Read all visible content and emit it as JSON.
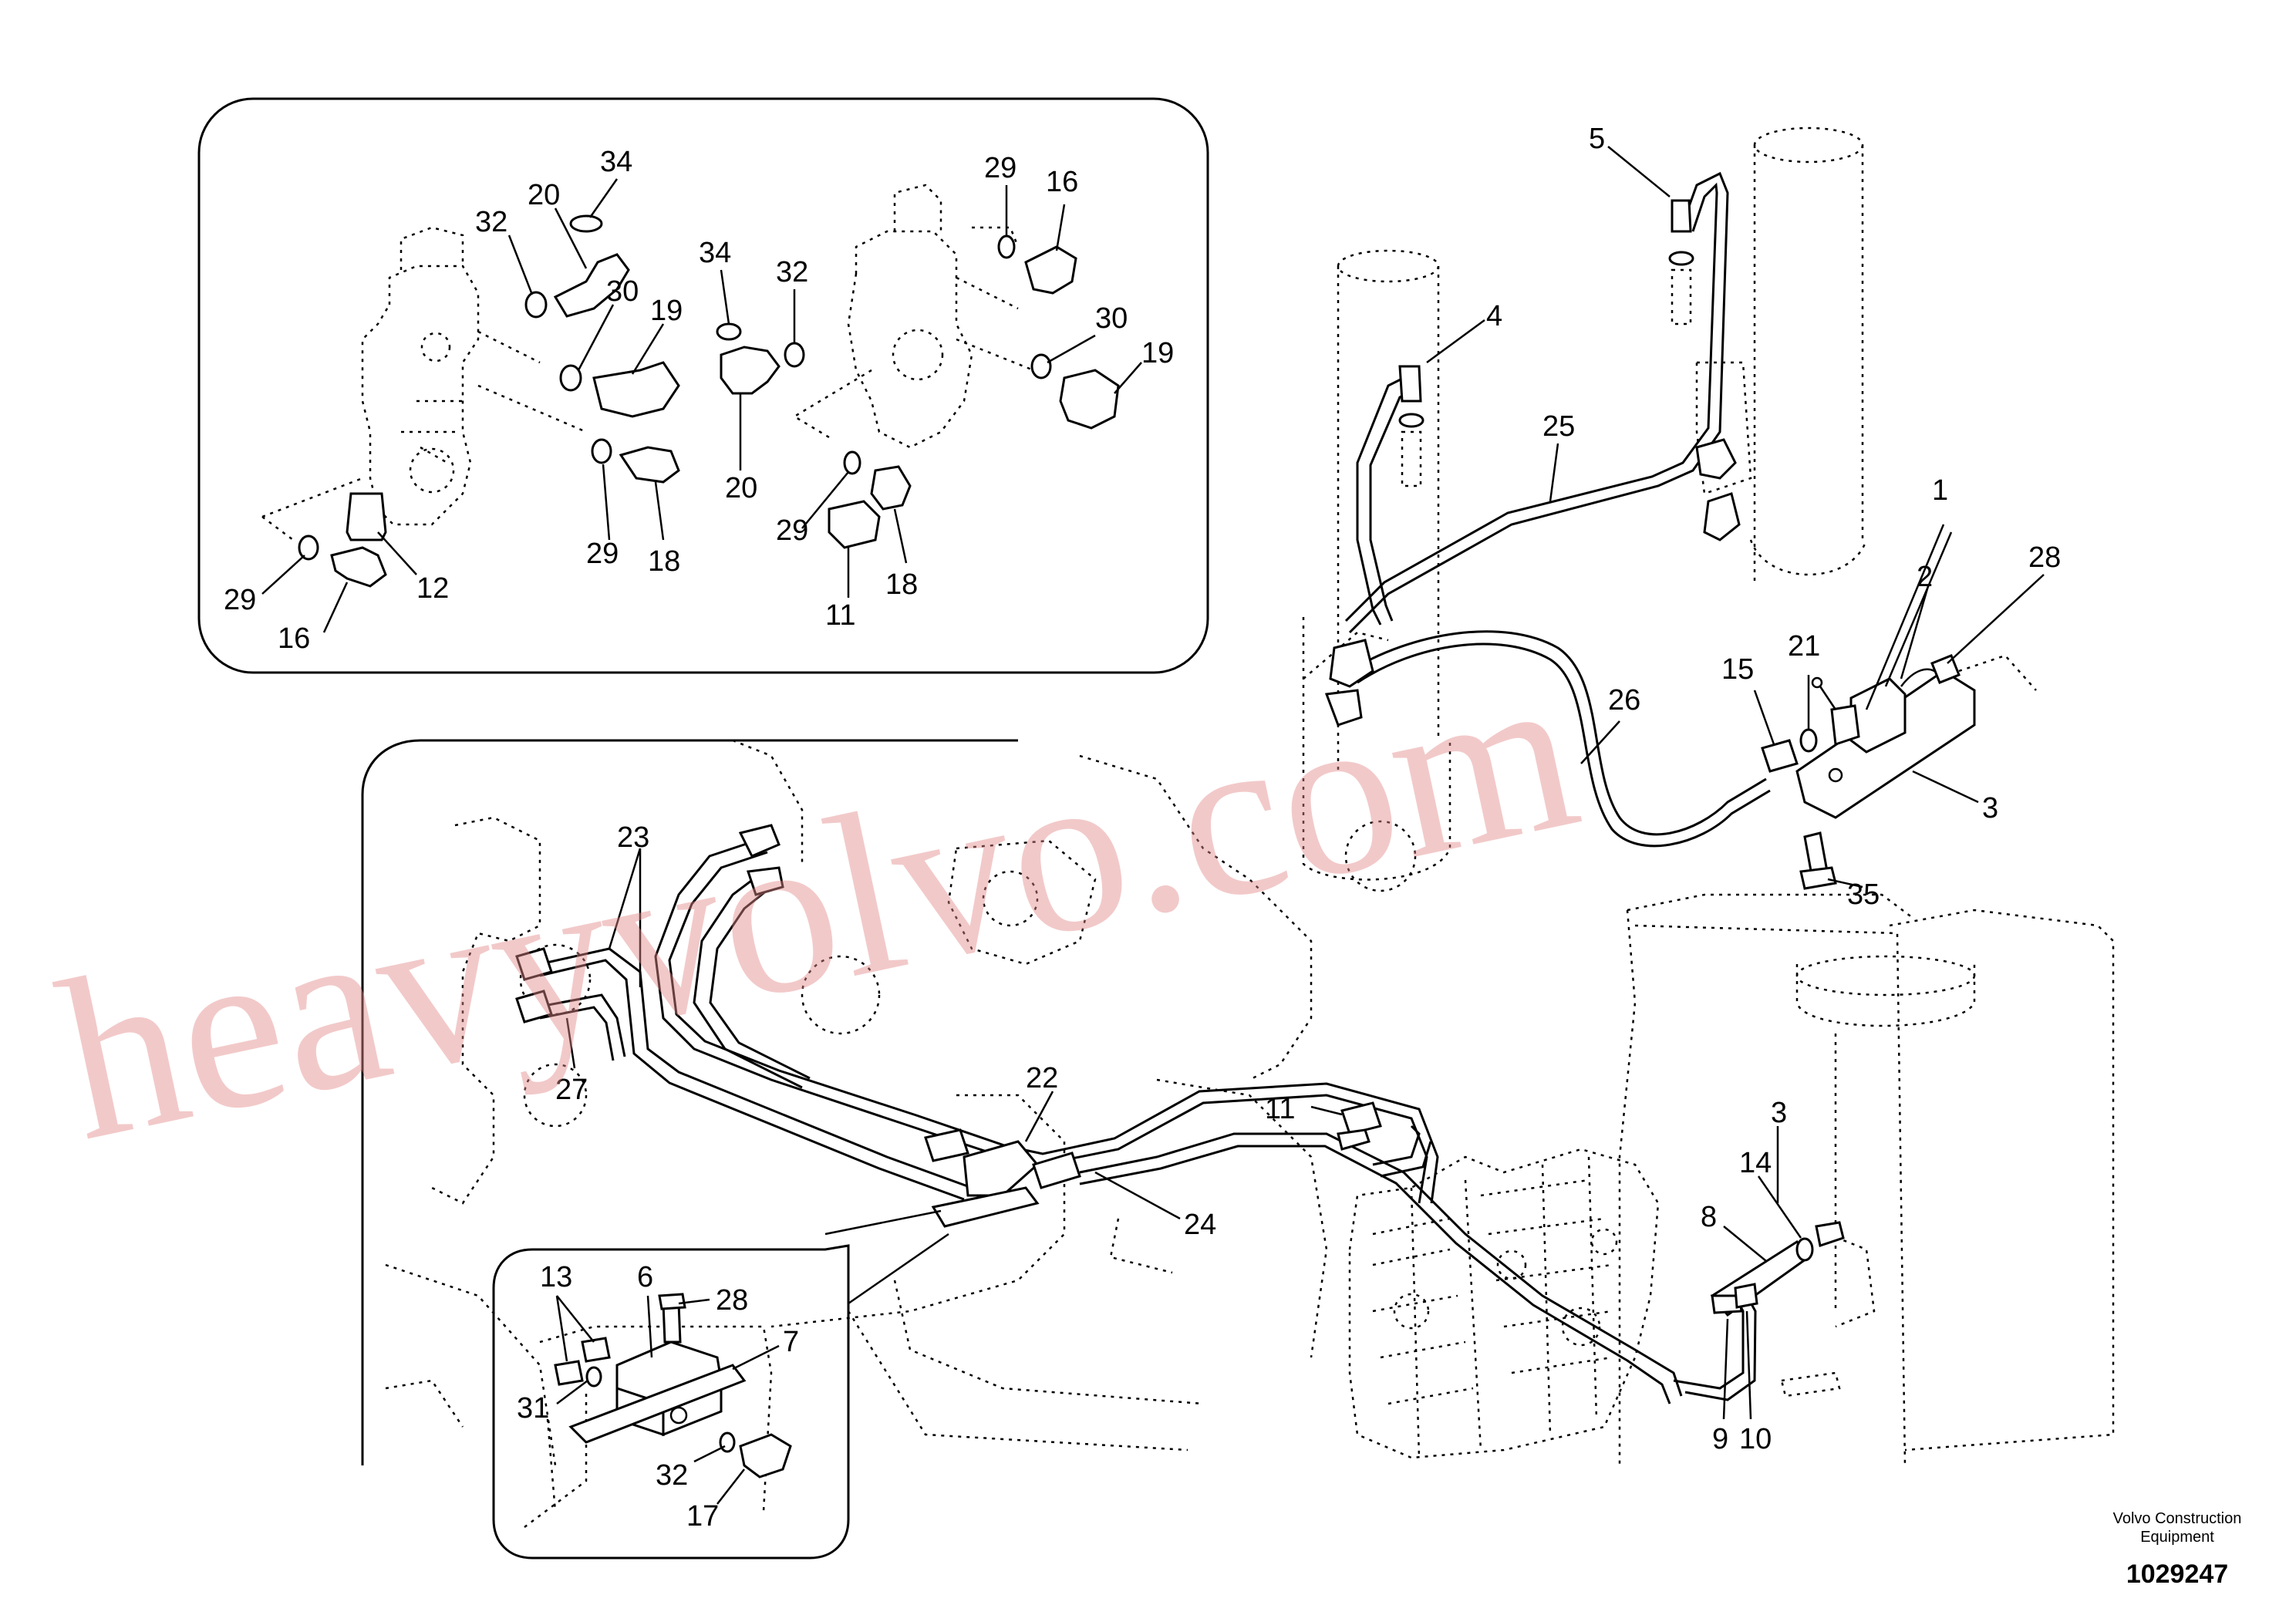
{
  "callouts": {
    "inset1": [
      {
        "id": "34a",
        "label": "34"
      },
      {
        "id": "32a",
        "label": "32"
      },
      {
        "id": "20a",
        "label": "20"
      },
      {
        "id": "30a",
        "label": "30"
      },
      {
        "id": "19a",
        "label": "19"
      },
      {
        "id": "12",
        "label": "12"
      },
      {
        "id": "29a",
        "label": "29"
      },
      {
        "id": "16a",
        "label": "16"
      },
      {
        "id": "29b",
        "label": "29"
      },
      {
        "id": "18a",
        "label": "18"
      },
      {
        "id": "34b",
        "label": "34"
      },
      {
        "id": "32b",
        "label": "32"
      },
      {
        "id": "20b",
        "label": "20"
      },
      {
        "id": "29c",
        "label": "29"
      },
      {
        "id": "16b",
        "label": "16"
      },
      {
        "id": "30b",
        "label": "30"
      },
      {
        "id": "19b",
        "label": "19"
      },
      {
        "id": "29d",
        "label": "29"
      },
      {
        "id": "11a",
        "label": "11"
      },
      {
        "id": "18b",
        "label": "18"
      }
    ],
    "main_right": [
      {
        "id": "5",
        "label": "5"
      },
      {
        "id": "4",
        "label": "4"
      },
      {
        "id": "25",
        "label": "25"
      },
      {
        "id": "1",
        "label": "1"
      },
      {
        "id": "2",
        "label": "2"
      },
      {
        "id": "28a",
        "label": "28"
      },
      {
        "id": "21",
        "label": "21"
      },
      {
        "id": "15",
        "label": "15"
      },
      {
        "id": "26",
        "label": "26"
      },
      {
        "id": "3a",
        "label": "3"
      },
      {
        "id": "35",
        "label": "35"
      }
    ],
    "main_lower": [
      {
        "id": "23",
        "label": "23"
      },
      {
        "id": "27",
        "label": "27"
      },
      {
        "id": "22",
        "label": "22"
      },
      {
        "id": "24",
        "label": "24"
      },
      {
        "id": "11b",
        "label": "11"
      },
      {
        "id": "3b",
        "label": "3"
      },
      {
        "id": "14",
        "label": "14"
      },
      {
        "id": "8",
        "label": "8"
      },
      {
        "id": "9",
        "label": "9"
      },
      {
        "id": "10",
        "label": "10"
      }
    ],
    "inset2": [
      {
        "id": "13",
        "label": "13"
      },
      {
        "id": "6",
        "label": "6"
      },
      {
        "id": "28b",
        "label": "28"
      },
      {
        "id": "7",
        "label": "7"
      },
      {
        "id": "31",
        "label": "31"
      },
      {
        "id": "32c",
        "label": "32"
      },
      {
        "id": "17",
        "label": "17"
      }
    ]
  },
  "watermark": "heavyvolvo.com",
  "brand": {
    "line1": "Volvo Construction",
    "line2": "Equipment"
  },
  "document_number": "1029247"
}
